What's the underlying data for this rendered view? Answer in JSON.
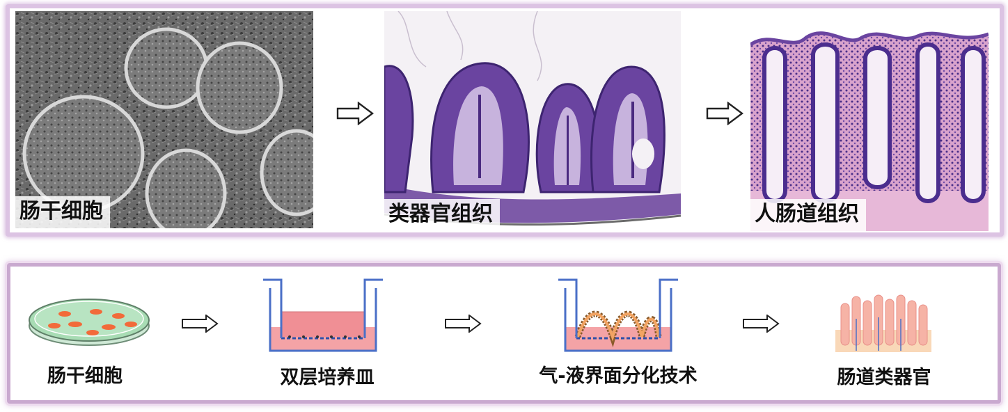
{
  "top_row": {
    "images": [
      {
        "label": "肠干细胞"
      },
      {
        "label": "类器官组织"
      },
      {
        "label": "人肠道组织"
      }
    ]
  },
  "bottom_row": {
    "steps": [
      {
        "label": "肠干细胞",
        "icon": "petri-dish-icon"
      },
      {
        "label": "双层培养皿",
        "icon": "transwell-dish-icon"
      },
      {
        "label": "气-液界面分化技术",
        "icon": "air-liquid-interface-icon"
      },
      {
        "label": "肠道类器官",
        "icon": "intestinal-organoid-icon"
      }
    ]
  },
  "colors": {
    "top_border": "#dcc3e3",
    "bottom_border": "#c9a9cf",
    "he_purple": "#5b3a8c",
    "he_pink": "#e7b8d8",
    "dish_green": "#a8dcb4",
    "cell_orange": "#f26b3a",
    "well_blue": "#4a6fc7",
    "medium_pink": "#f4a3a6"
  }
}
